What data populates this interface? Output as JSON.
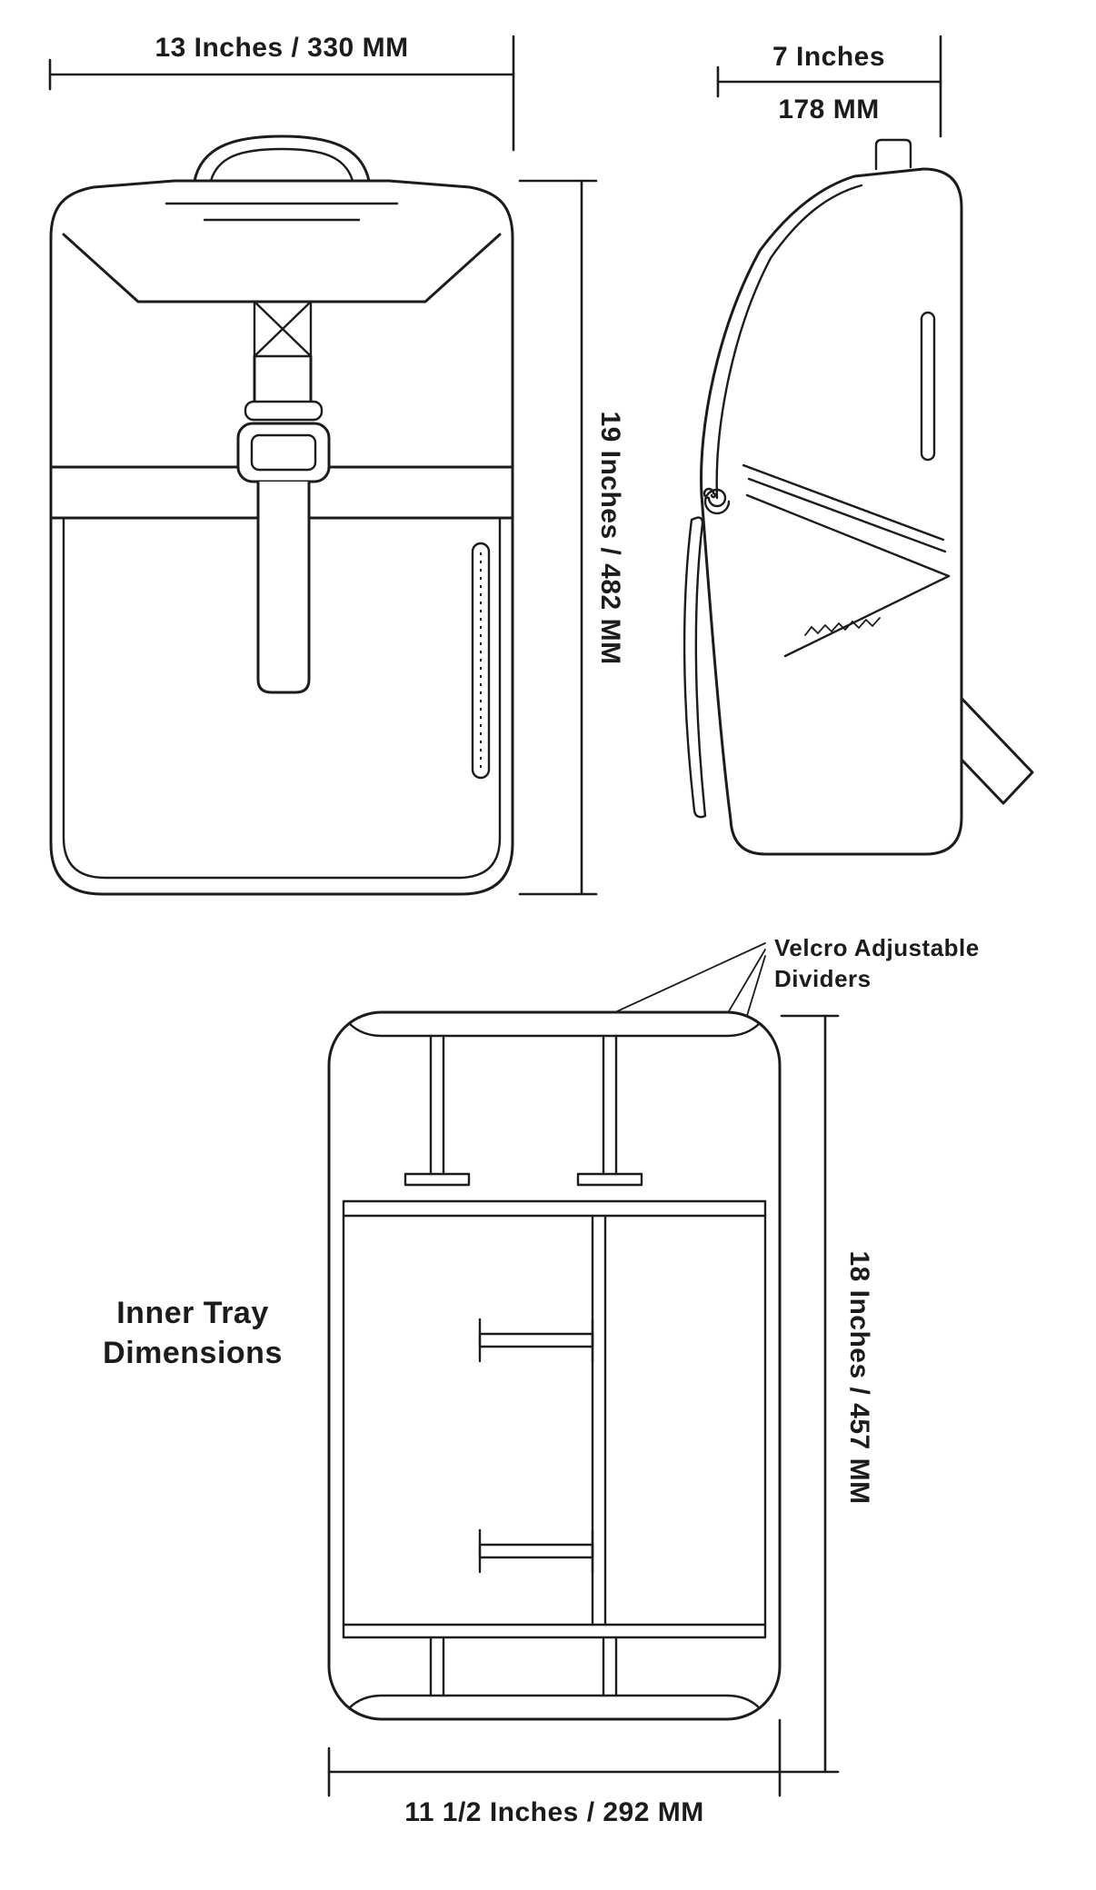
{
  "page": {
    "background_color": "#ffffff",
    "line_color": "#1c1c1c"
  },
  "front_view": {
    "width_label": "13 Inches / 330 MM",
    "height_label": "19 Inches / 482 MM"
  },
  "side_view": {
    "depth_inches_label": "7 Inches",
    "depth_mm_label": "178 MM"
  },
  "tray": {
    "caption_line1": "Inner Tray",
    "caption_line2": "Dimensions",
    "annotation_line1": "Velcro Adjustable",
    "annotation_line2": "Dividers",
    "height_label": "18 Inches / 457 MM",
    "width_label": "11 1/2 Inches / 292 MM"
  },
  "measurements": [
    {
      "part": "backpack-width",
      "label": "13 Inches / 330 MM"
    },
    {
      "part": "backpack-height",
      "label": "19 Inches / 482 MM"
    },
    {
      "part": "backpack-depth",
      "label": "7 Inches / 178 MM"
    },
    {
      "part": "inner-tray-height",
      "label": "18 Inches / 457 MM"
    },
    {
      "part": "inner-tray-width",
      "label": "11 1/2 Inches / 292 MM"
    }
  ]
}
